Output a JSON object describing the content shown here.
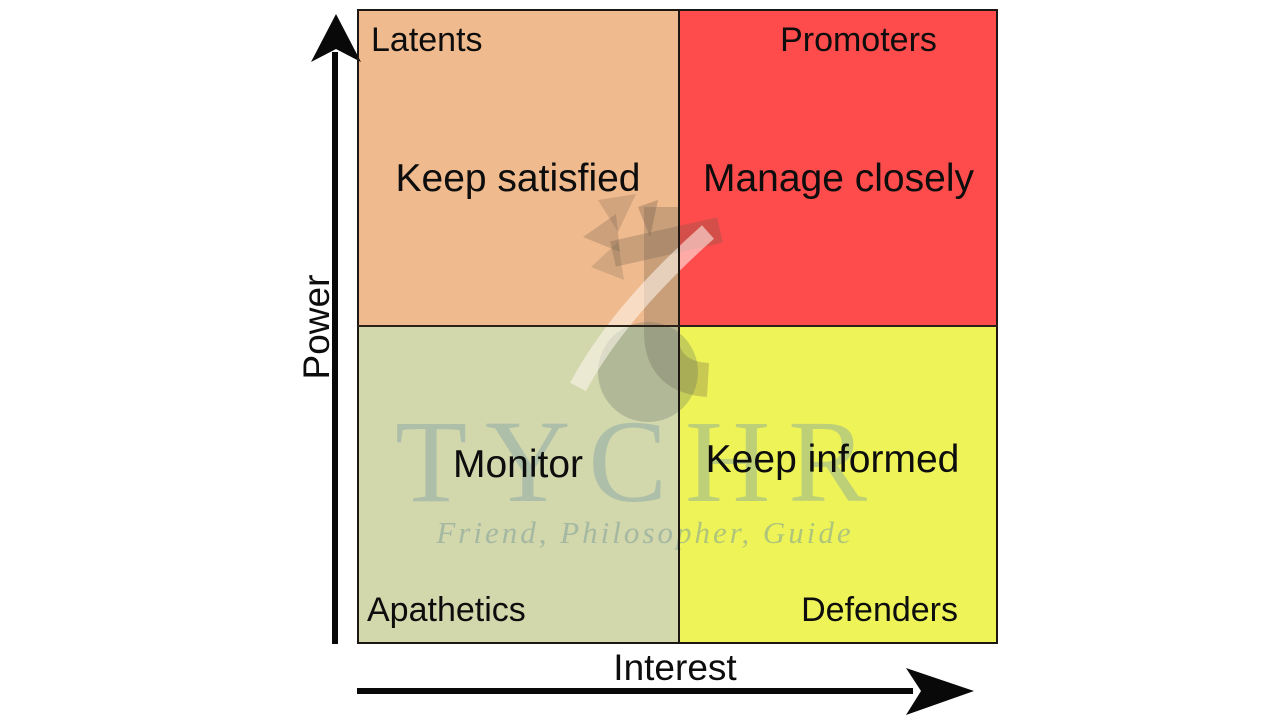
{
  "axes": {
    "y_label": "Power",
    "x_label": "Interest"
  },
  "quadrants": {
    "top_left": {
      "group": "Latents",
      "strategy": "Keep satisfied",
      "color": "#EFBA8E"
    },
    "top_right": {
      "group": "Promoters",
      "strategy": "Manage closely",
      "color": "#FE4C4C"
    },
    "bottom_left": {
      "group": "Apathetics",
      "strategy": "Monitor",
      "color": "#D2D7AC"
    },
    "bottom_right": {
      "group": "Defenders",
      "strategy": "Keep informed",
      "color": "#EEF457"
    }
  },
  "watermark": {
    "brand": "TYCHR",
    "tagline": "Friend, Philosopher, Guide"
  }
}
